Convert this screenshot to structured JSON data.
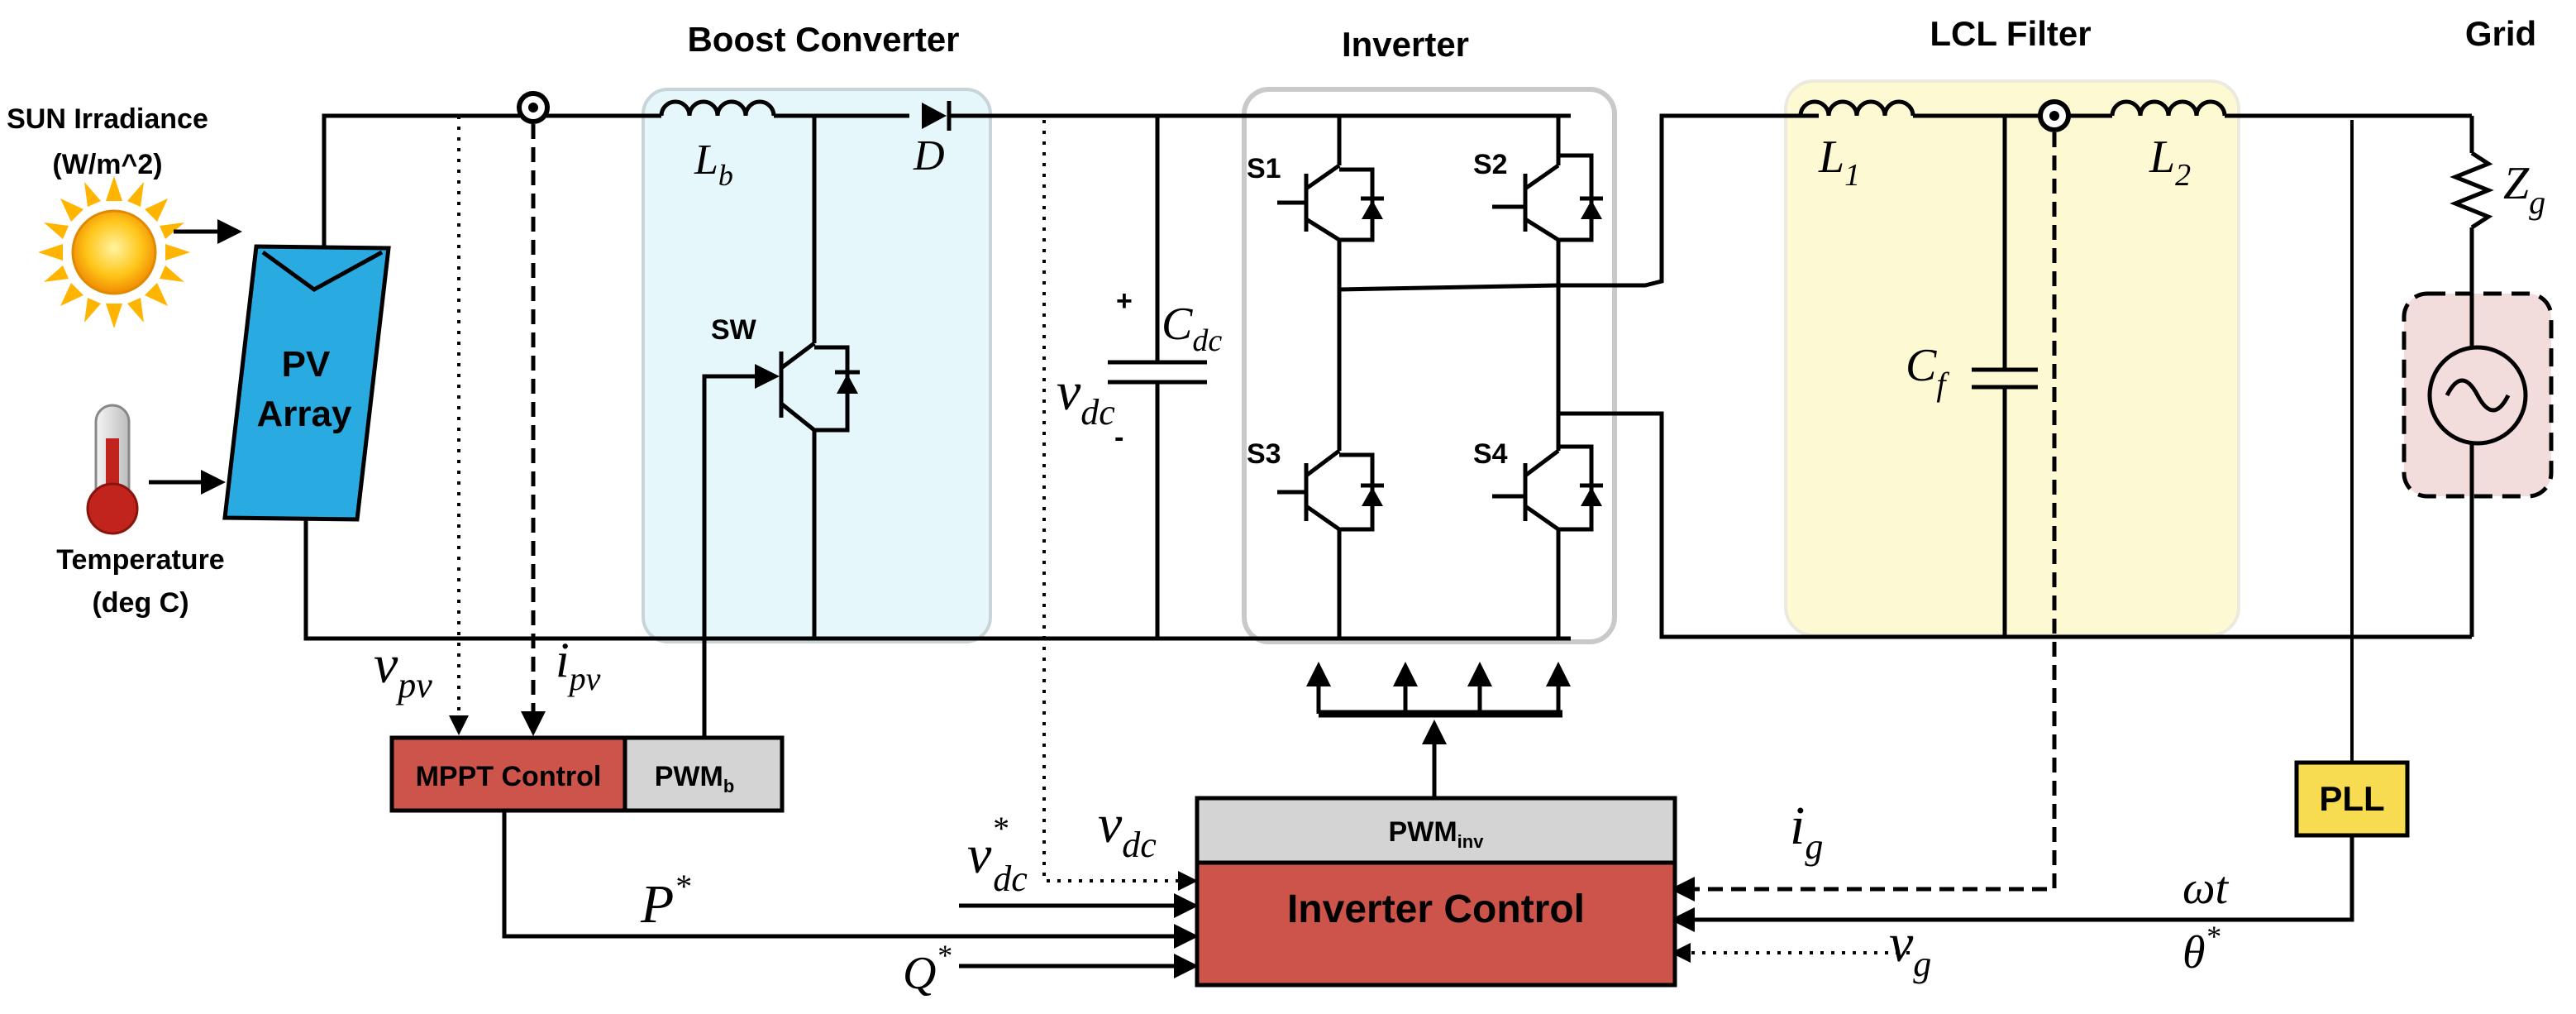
{
  "headers": {
    "boost": "Boost Converter",
    "inverter": "Inverter",
    "lcl": "LCL Filter",
    "grid": "Grid"
  },
  "inputs": {
    "sun_line1": "SUN Irradiance",
    "sun_line2": "(W/m^2)",
    "temp_line1": "Temperature",
    "temp_line2": "(deg C)"
  },
  "blocks": {
    "pv_line1": "PV",
    "pv_line2": "Array",
    "mppt": "MPPT Control",
    "pwm_b_main": "PWM",
    "pwm_b_sub": "b",
    "pwm_inv_main": "PWM",
    "pwm_inv_sub": "inv",
    "inverter_control": "Inverter Control",
    "pll": "PLL"
  },
  "components": {
    "lb_main": "L",
    "lb_sub": "b",
    "diode": "D",
    "switch": "SW",
    "cdc_main": "C",
    "cdc_sub": "dc",
    "plus": "+",
    "minus": "-",
    "s1": "S1",
    "s2": "S2",
    "s3": "S3",
    "s4": "S4",
    "l1_main": "L",
    "l1_sub": "1",
    "l2_main": "L",
    "l2_sub": "2",
    "cf_main": "C",
    "cf_sub": "f",
    "zg_main": "Z",
    "zg_sub": "g"
  },
  "signals": {
    "vpv_main": "v",
    "vpv_sub": "pv",
    "ipv_main": "i",
    "ipv_sub": "pv",
    "vdc_main": "v",
    "vdc_sub": "dc",
    "vdc_ref_main": "v",
    "vdc_ref_sub": "dc",
    "vdc_ref_sup": "*",
    "vdc_meas_main": "v",
    "vdc_meas_sub": "dc",
    "p_ref_main": "P",
    "p_ref_sup": "*",
    "q_ref_main": "Q",
    "q_ref_sup": "*",
    "ig_main": "i",
    "ig_sub": "g",
    "vg_main": "v",
    "vg_sub": "g",
    "omega_t": "ωt",
    "theta_main": "θ",
    "theta_sup": "*"
  },
  "colors": {
    "boost_region": "#e6f7fc",
    "inverter_region": "#ffffff",
    "lcl_region": "#fdfad3",
    "grid_source_region": "#f3dcdc",
    "pv_panel": "#29aae1",
    "control_block": "#cc544a",
    "pwm_block": "#d4d4d4",
    "pll_block": "#f7dc52"
  }
}
